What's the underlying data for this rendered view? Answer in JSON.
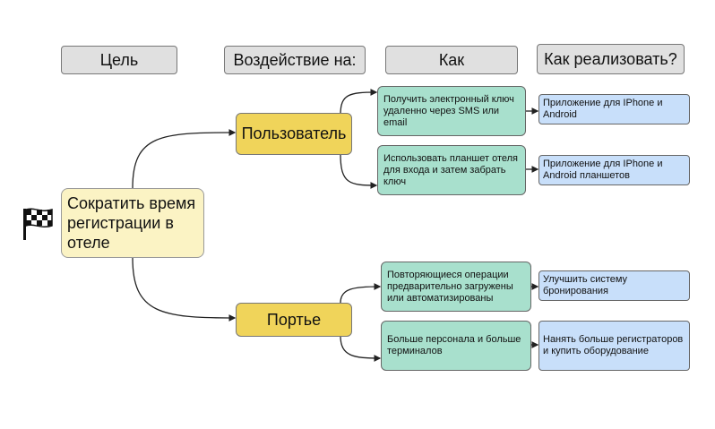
{
  "headers": {
    "goal": "Цель",
    "impact": "Воздействие на:",
    "how": "Как",
    "implement": "Как реализовать?"
  },
  "goal": "Сократить время регистрации в отеле",
  "actors": {
    "user": "Пользователь",
    "porter": "Портье"
  },
  "how": {
    "user_1": "Получить электронный ключ удаленно через SMS или email",
    "user_2": "Использовать планшет отеля для входа и затем забрать ключ",
    "porter_1": "Повторяющиеся операции предварительно загружены или автоматизированы",
    "porter_2": "Больше персонала и больше терминалов"
  },
  "implement": {
    "user_1": "Приложение для IPhone и Android",
    "user_2": "Приложение для IPhone и Android планшетов",
    "porter_1": "Улучшить систему бронирования",
    "porter_2": "Нанять больше регистраторов и купить оборудование"
  },
  "icons": {
    "goal_icon": "checkered-flag-icon"
  },
  "colors": {
    "header": "#e0e0e0",
    "goal": "#fbf3c4",
    "actor": "#f0d45a",
    "how": "#a8e0cd",
    "implement": "#c8dffa"
  }
}
